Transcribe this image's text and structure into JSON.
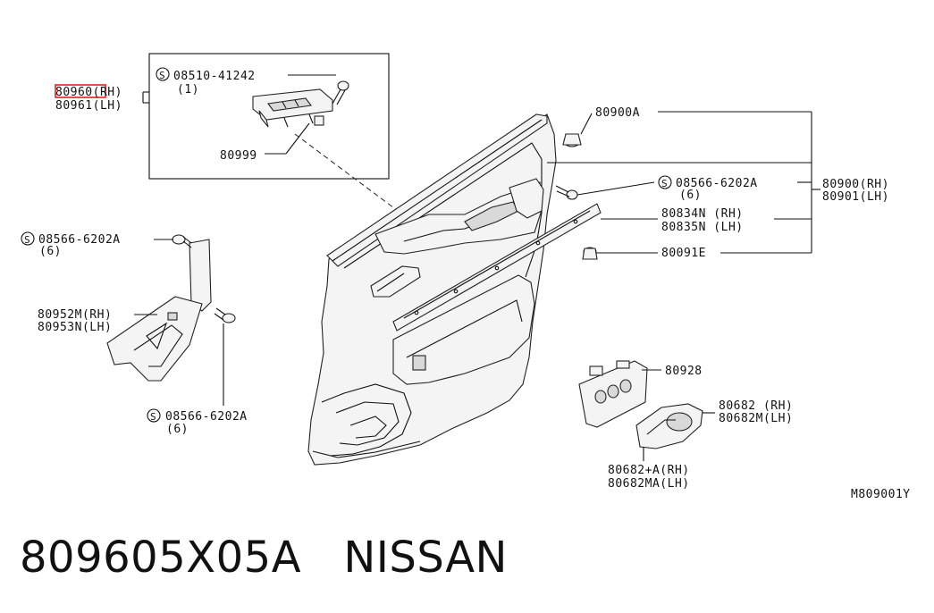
{
  "caption": {
    "part_number": "809605X05A",
    "brand": "NISSAN"
  },
  "diagram_code": "M809001Y",
  "labels": {
    "switch_rh": "80960(RH)",
    "switch_lh": "80961(LH)",
    "screw_top": "08510-41242",
    "screw_top_qty": "(1)",
    "clip_80999": "80999",
    "clip_80900a": "80900A",
    "screw_mid": "08566-6202A",
    "screw_mid_qty": "(6)",
    "finisher_rh": "80900(RH)",
    "finisher_lh": "80901(LH)",
    "seal_rh": "80834N (RH)",
    "seal_lh": "80835N (LH)",
    "clip_80091e": "80091E",
    "screw_left": "08566-6202A",
    "screw_left_qty": "(6)",
    "bracket_rh": "80952M(RH)",
    "bracket_lh": "80953N(LH)",
    "screw_bottom": "08566-6202A",
    "screw_bottom_qty": "(6)",
    "switch_80928": "80928",
    "handle_rh": "80682 (RH)",
    "handle_lh": "80682M(LH)",
    "escutcheon_rh": "80682+A(RH)",
    "escutcheon_lh": "80682MA(LH)"
  },
  "symbols": {
    "standard_part": "S"
  }
}
